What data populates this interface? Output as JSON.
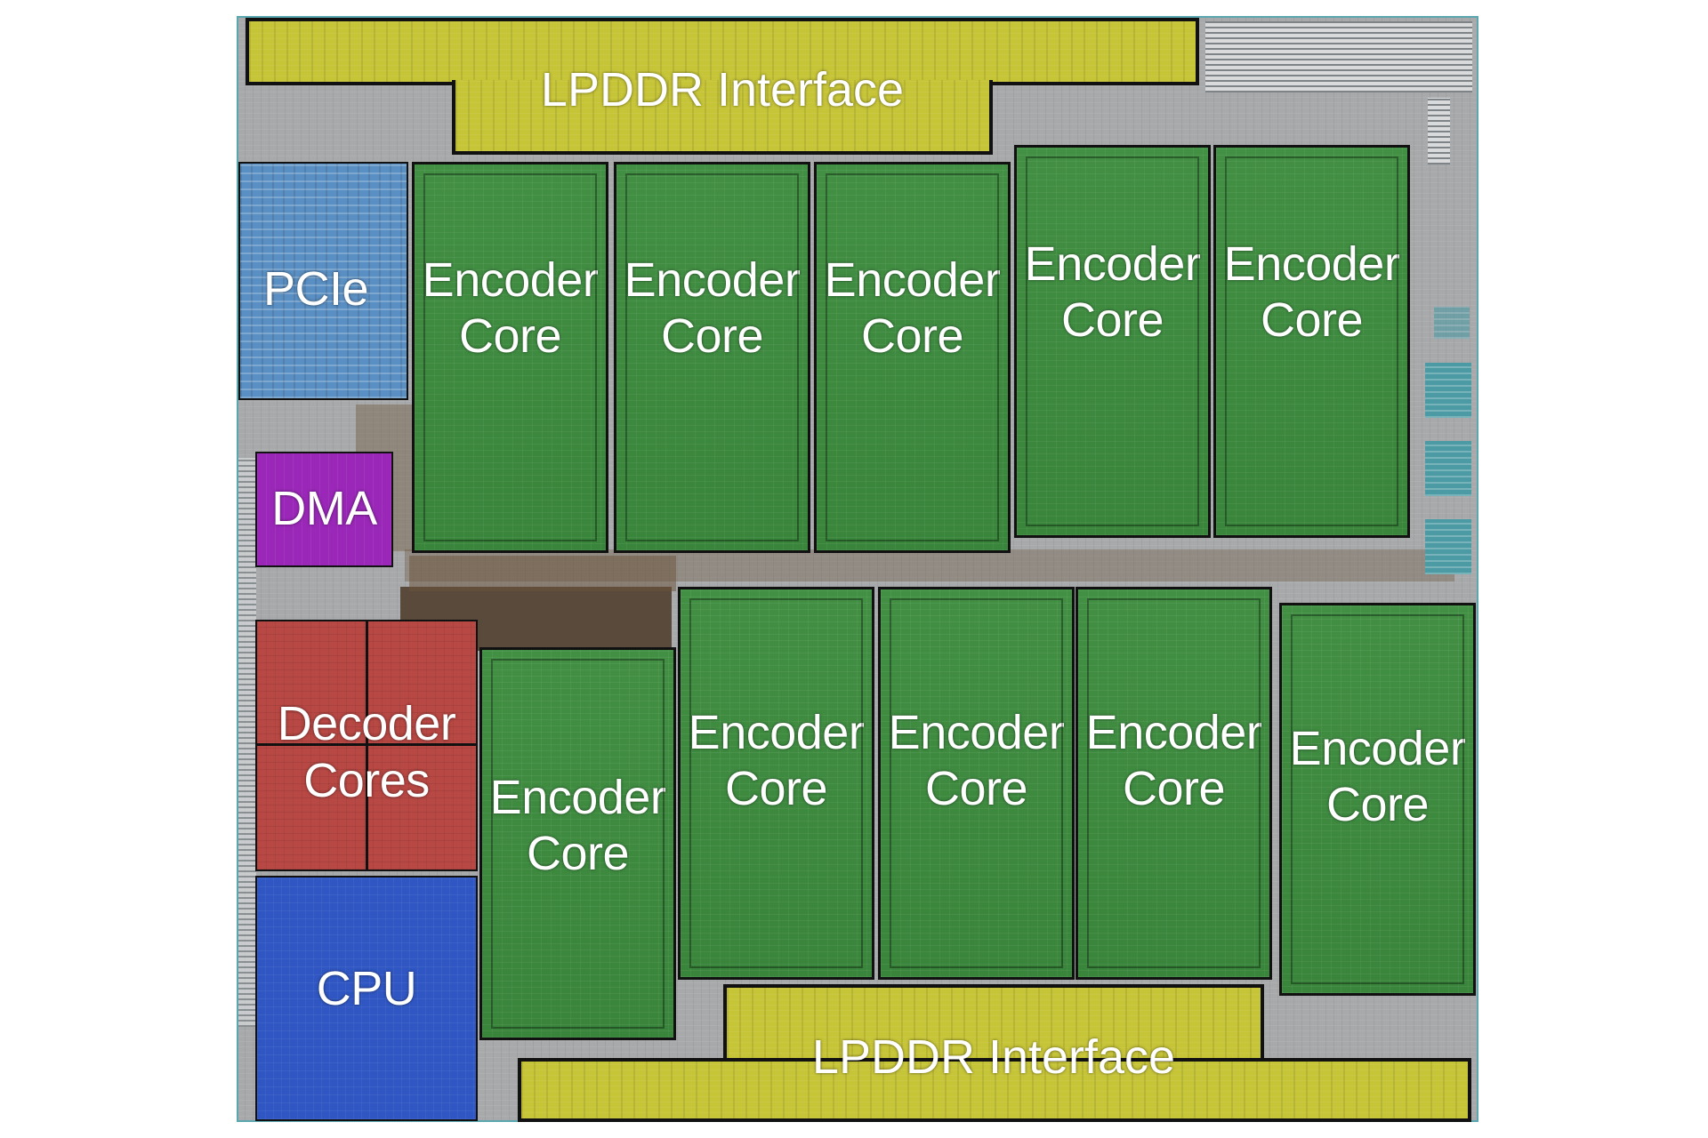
{
  "blocks": {
    "lpddr_top": "LPDDR Interface",
    "lpddr_bottom": "LPDDR Interface",
    "pcie": "PCIe",
    "dma": "DMA",
    "decoder": "Decoder\nCores",
    "cpu": "CPU",
    "encoder_cores": [
      "Encoder\nCore",
      "Encoder\nCore",
      "Encoder\nCore",
      "Encoder\nCore",
      "Encoder\nCore",
      "Encoder\nCore",
      "Encoder\nCore",
      "Encoder\nCore",
      "Encoder\nCore",
      "Encoder\nCore"
    ]
  },
  "colors": {
    "encoder": "#3c8c3e",
    "lpddr": "#c6c437",
    "pcie": "#5a8fc3",
    "dma": "#9a27b8",
    "decoder": "#b84844",
    "cpu": "#2f56c2",
    "die": "#a7a9ab"
  }
}
